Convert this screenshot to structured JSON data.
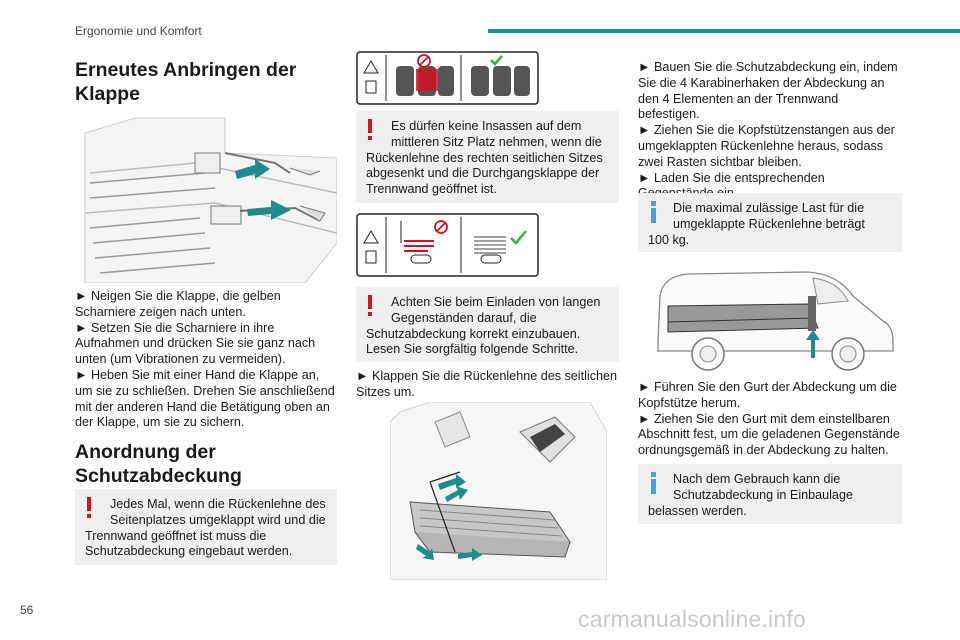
{
  "header": {
    "section": "Ergonomie und Komfort",
    "accent_color": "#1f8c8c"
  },
  "left": {
    "heading": "Erneutes Anbringen der Klappe",
    "steps": [
      "► Neigen Sie die Klappe, die gelben Scharniere zeigen nach unten.",
      "► Setzen Sie die Scharniere in ihre Aufnahmen und drücken Sie sie ganz nach unten (um Vibrationen zu vermeiden).",
      "► Heben Sie mit einer Hand die Klappe an, um sie zu schließen. Drehen Sie anschließend mit der anderen Hand die Betätigung oben an der Klappe, um sie zu sichern."
    ],
    "heading2_line1": "Anordnung der",
    "heading2_line2": "Schutzabdeckung",
    "warning_first": "Jedes Mal, wenn die Rückenlehne des Seitenplatzes umgeklappt wird und die",
    "warning_rest": "Trennwand geöffnet ist muss die Schutzabdeckung eingebaut werden."
  },
  "middle": {
    "warning1_first": "Es dürfen keine Insassen auf dem mittleren Sitz Platz nehmen, wenn die",
    "warning1_rest": "Rückenlehne des rechten seitlichen Sitzes abgesenkt und die Durchgangsklappe der Trennwand geöffnet ist.",
    "warning2_first": "Achten Sie beim Einladen von langen Gegenständen darauf, die",
    "warning2_rest": "Schutzabdeckung korrekt einzubauen. Lesen Sie sorgfältig folgende Schritte.",
    "step": "► Klappen Sie die Rückenlehne des seitlichen Sitzes um."
  },
  "right": {
    "steps": [
      "► Bauen Sie die Schutzabdeckung ein, indem Sie die 4 Karabinerhaken der Abdeckung an den 4 Elementen an der Trennwand befestigen.",
      "► Ziehen Sie die Kopfstützenstangen aus der umgeklappten Rückenlehne heraus, sodass zwei Rasten sichtbar bleiben.",
      "► Laden Sie die entsprechenden Gegenstände ein."
    ],
    "info1_first": "Die maximal zulässige Last für die umgeklappte Rückenlehne beträgt",
    "info1_rest": "100 kg.",
    "steps2": [
      "► Führen Sie den Gurt der Abdeckung um die Kopfstütze herum.",
      "► Ziehen Sie den Gurt mit dem einstellbaren Abschnitt fest, um die geladenen Gegenstände ordnungsgemäß in der Abdeckung zu halten."
    ],
    "info2_first": "Nach dem Gebrauch kann die Schutzabdeckung in Einbaulage",
    "info2_rest": "belassen werden."
  },
  "footer": {
    "page_number": "56",
    "watermark": "carmanualsonline.info"
  }
}
